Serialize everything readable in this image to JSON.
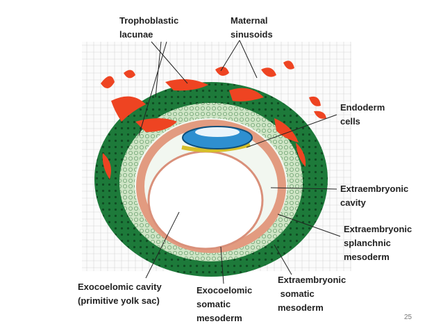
{
  "labels": {
    "trophoblastic_lacunae": [
      "Trophoblastic",
      "lacunae"
    ],
    "maternal_sinusoids": [
      "Maternal",
      "sinusoids"
    ],
    "endoderm_cells": [
      "Endoderm",
      "cells"
    ],
    "extraembryonic_cavity": [
      "Extraembryonic",
      "cavity"
    ],
    "extraembryonic_splanchnic_mesoderm": [
      "Extraembryonic",
      "splanchnic",
      "mesoderm"
    ],
    "extraembryonic_somatic_mesoderm": [
      "Extraembryonic",
      " somatic",
      "mesoderm"
    ],
    "exocoelomic_somatic_mesoderm": [
      "Exocoelomic",
      "somatic",
      "mesoderm"
    ],
    "exocoelomic_cavity": [
      "Exocoelomic cavity",
      "(primitive yolk sac)"
    ]
  },
  "slide_number": "25",
  "colors": {
    "syncytiotrophoblast": "#1f7a3a",
    "lacunae": "#ee4422",
    "cytotrophoblast": "#bcd9b3",
    "mesoderm": "#e8a48a",
    "epiblast": "#2e8fd0",
    "hypoblast": "#d8c12a"
  }
}
